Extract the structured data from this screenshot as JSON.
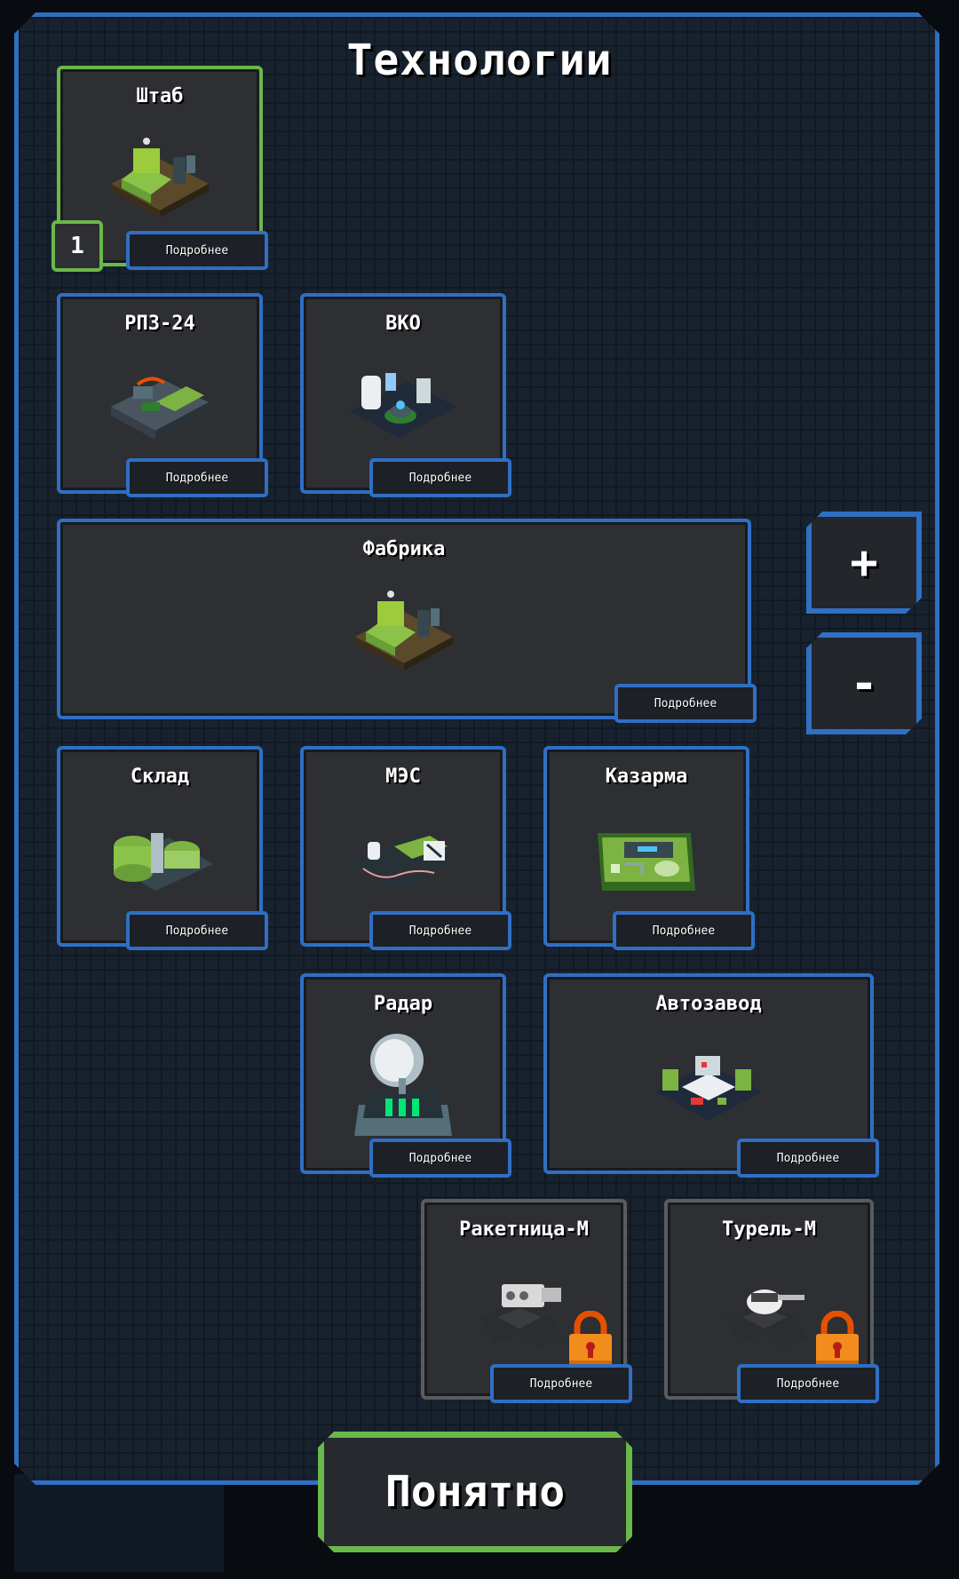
{
  "title": "Технологии",
  "more_label": "Подробнее",
  "ok_label": "Понятно",
  "zoom_in_label": "+",
  "zoom_out_label": "-",
  "accent_color": "#2f6fc4",
  "active_color": "#6ab84a",
  "lock_color": "#f28c1c",
  "buildings": [
    {
      "name": "Штаб",
      "level": "1",
      "state": "built",
      "icon": "hq-building-icon"
    },
    {
      "name": "РПЗ-24",
      "state": "available",
      "icon": "rpz24-building-icon"
    },
    {
      "name": "ВКО",
      "state": "available",
      "icon": "vko-building-icon"
    },
    {
      "name": "Фабрика",
      "state": "available",
      "icon": "factory-building-icon"
    },
    {
      "name": "Склад",
      "state": "available",
      "icon": "warehouse-building-icon"
    },
    {
      "name": "МЭС",
      "state": "available",
      "icon": "power-station-building-icon"
    },
    {
      "name": "Казарма",
      "state": "available",
      "icon": "barracks-building-icon"
    },
    {
      "name": "Радар",
      "state": "available",
      "icon": "radar-building-icon"
    },
    {
      "name": "Автозавод",
      "state": "available",
      "icon": "car-factory-building-icon"
    },
    {
      "name": "Ракетница-М",
      "state": "locked",
      "icon": "rocket-launcher-turret-icon"
    },
    {
      "name": "Турель-М",
      "state": "locked",
      "icon": "gun-turret-icon"
    }
  ]
}
